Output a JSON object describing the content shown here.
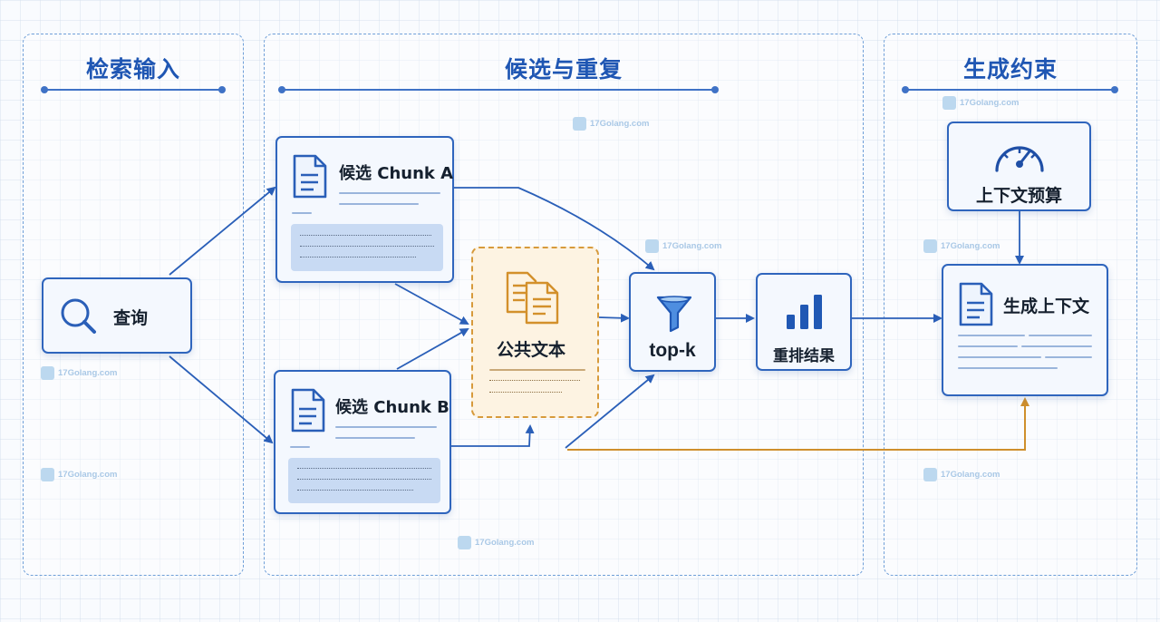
{
  "panels": {
    "input_title": "检索输入",
    "candidates_title": "候选与重复",
    "generation_title": "生成约束"
  },
  "nodes": {
    "query": "查询",
    "chunk_a": "候选 Chunk A",
    "chunk_b": "候选 Chunk B",
    "common_text": "公共文本",
    "topk": "top-k",
    "rerank": "重排结果",
    "budget": "上下文预算",
    "generate": "生成上下文"
  },
  "watermark": "17Golang.com",
  "colors": {
    "primary": "#2f65bd",
    "accent_orange": "#d79a3b",
    "panel_border": "#6f9fd8"
  },
  "icons": [
    "search-icon",
    "document-icon",
    "copy-documents-icon",
    "funnel-icon",
    "bar-chart-icon",
    "gauge-icon"
  ]
}
